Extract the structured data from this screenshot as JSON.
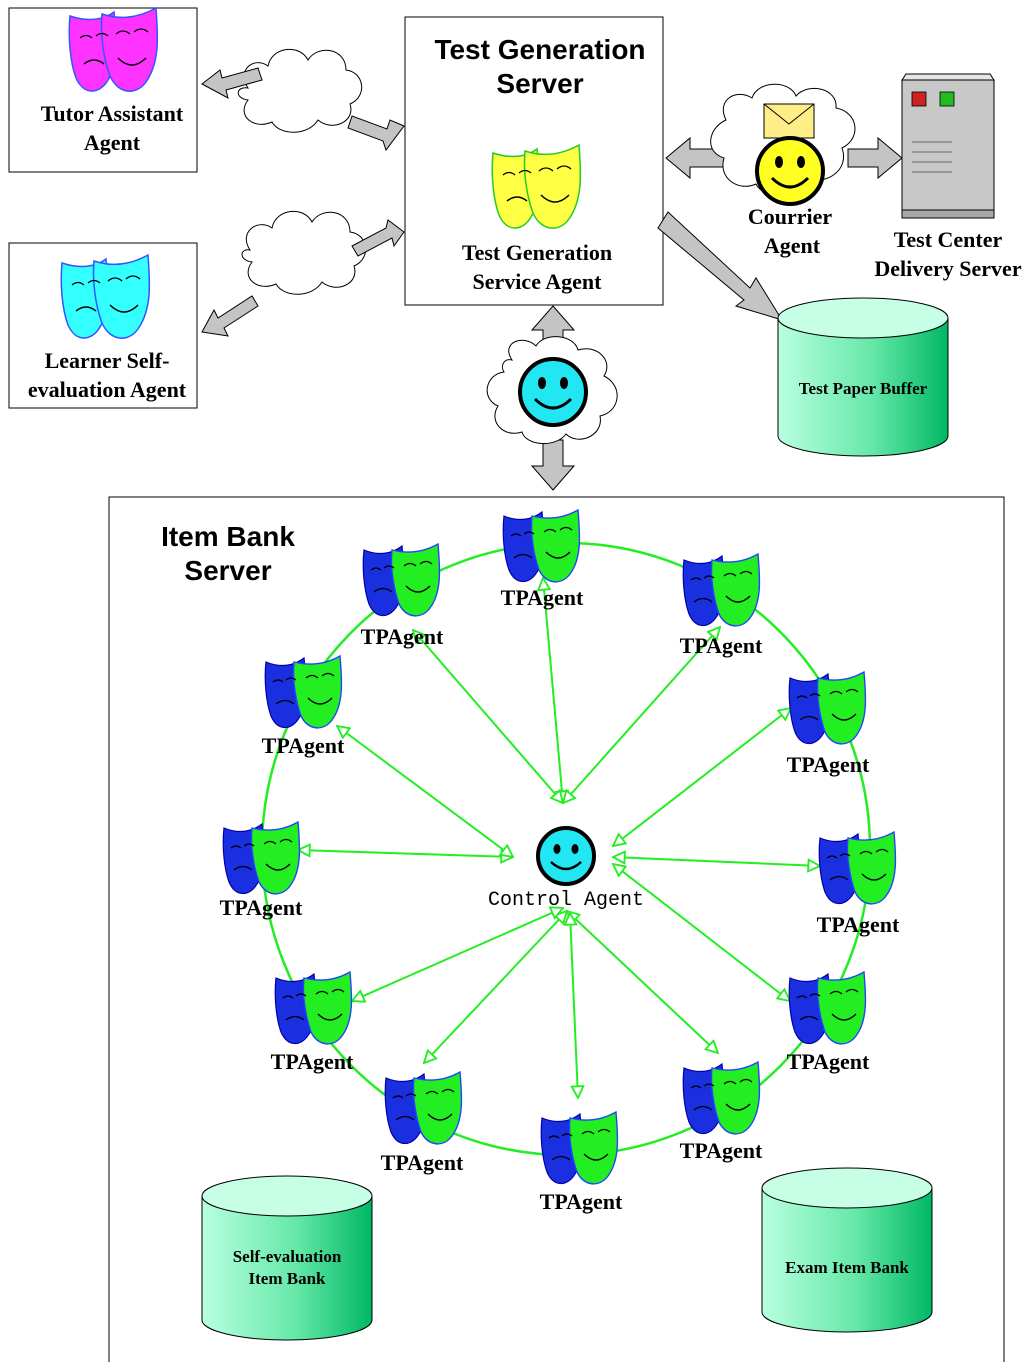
{
  "colors": {
    "tutor_mask": "#ff33ff",
    "learner_mask": "#33ffff",
    "service_mask": "#ffff44",
    "tp_mask_back": "#1a2fe0",
    "tp_mask_front": "#22ee22",
    "link": "#22ee22",
    "smiley_cyan": "#22e6f2",
    "smiley_yellow": "#ffff22",
    "db_light": "#b8ffe0",
    "db_dark": "#00c070",
    "arrow_fill": "#c4c4c4"
  },
  "tutor": {
    "line1": "Tutor Assistant",
    "line2": "Agent",
    "icon": "theatre-masks-icon"
  },
  "learner": {
    "line1": "Learner Self-",
    "line2": "evaluation Agent",
    "icon": "theatre-masks-icon"
  },
  "test_generation": {
    "title1": "Test Generation",
    "title2": "Server",
    "agent1": "Test Generation",
    "agent2": "Service Agent"
  },
  "courier": {
    "line1": "Courrier",
    "line2": "Agent",
    "icons": [
      "envelope-icon",
      "smiley-icon"
    ]
  },
  "delivery": {
    "line1": "Test Center",
    "line2": "Delivery Server",
    "icon": "server-tower-icon"
  },
  "buffer": {
    "label": "Test Paper Buffer"
  },
  "item_bank": {
    "title1": "Item Bank",
    "title2": "Server",
    "control": "Control Agent",
    "tp_label": "TPAgent",
    "tp_agents": [
      "TPAgent",
      "TPAgent",
      "TPAgent",
      "TPAgent",
      "TPAgent",
      "TPAgent",
      "TPAgent",
      "TPAgent",
      "TPAgent",
      "TPAgent",
      "TPAgent",
      "TPAgent"
    ],
    "self_bank1": "Self-evaluation",
    "self_bank2": "Item Bank",
    "exam_bank": "Exam Item Bank"
  }
}
